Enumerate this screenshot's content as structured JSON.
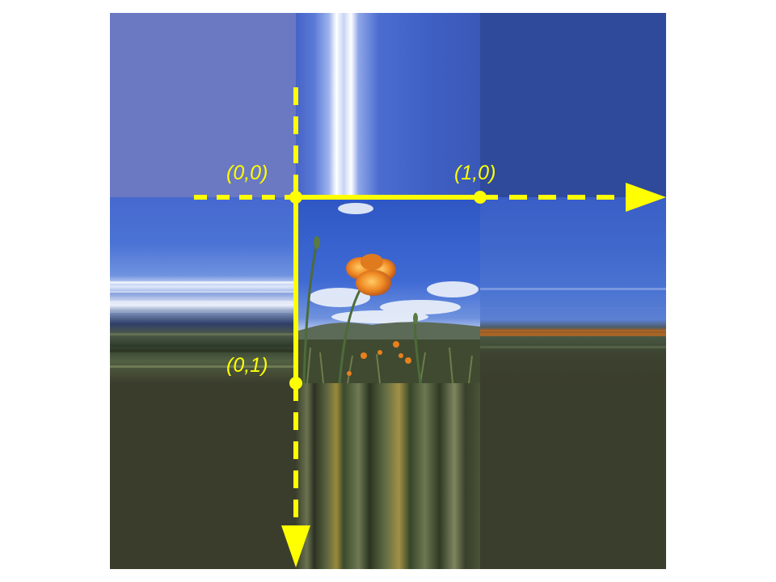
{
  "labels": {
    "origin": "(0,0)",
    "u_unit": "(1,0)",
    "v_unit": "(0,1)"
  },
  "colors": {
    "axis": "#ffff00",
    "label": "#ffff00",
    "sky_mid": "#4a6fcf",
    "sky_dark": "#2f4a9a",
    "sky_faded": "#6b78c2",
    "ground": "#3b3d2c",
    "horizon_orange": "#b8621c",
    "flower_petal": "#f08a24",
    "stem": "#4c6b3a"
  },
  "illustration": {
    "subject": "orange-poppy-under-blue-sky",
    "edge_mode": "clamp-to-edge-stretch"
  }
}
